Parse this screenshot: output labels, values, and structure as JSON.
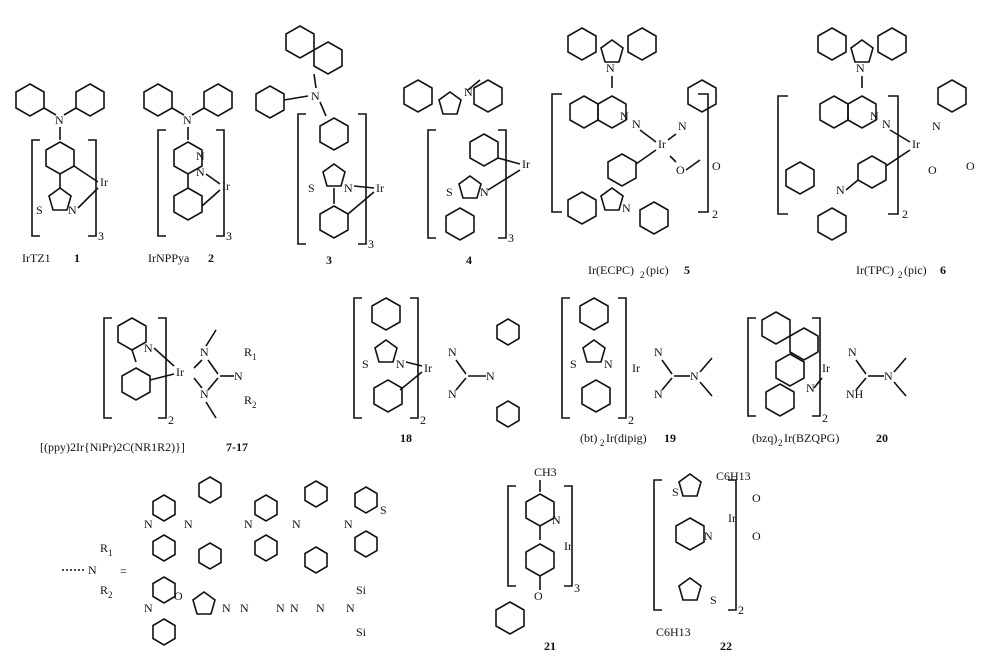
{
  "atoms": {
    "N": "N",
    "S": "S",
    "Ir": "Ir",
    "O": "O",
    "NH": "NH",
    "Si": "Si",
    "R1": "R",
    "R2": "R",
    "one": "1",
    "two": "2",
    "three": "3"
  },
  "compounds": [
    {
      "name": "IrTZ1",
      "number": "1",
      "subscript": "3"
    },
    {
      "name": "IrNPPya",
      "number": "2",
      "subscript": "3"
    },
    {
      "name": "",
      "number": "3",
      "subscript": "3"
    },
    {
      "name": "",
      "number": "4",
      "subscript": "3"
    },
    {
      "name_a": "Ir(ECPC)",
      "name_sub": "2",
      "name_b": "(pic)",
      "number": "5",
      "subscript": "2"
    },
    {
      "name_a": "Ir(TPC)",
      "name_sub": "2",
      "name_b": "(pic)",
      "number": "6",
      "subscript": "2"
    },
    {
      "name": "[(ppy)2Ir{NiPr)2C(NR1R2)}]",
      "number": "7-17",
      "subscript": "2"
    },
    {
      "name": "",
      "number": "18",
      "subscript": "2"
    },
    {
      "name_a": "(bt)",
      "name_sub": "2",
      "name_b": "Ir(dipig)",
      "number": "19",
      "subscript": "2"
    },
    {
      "name_a": "(bzq)",
      "name_sub": "2",
      "name_b": "Ir(BZQPG)",
      "number": "20",
      "subscript": "2"
    },
    {
      "name": "",
      "number": "21",
      "subscript": "3",
      "substituent": "CH3"
    },
    {
      "name": "",
      "number": "22",
      "subscript": "2",
      "substituents": [
        "C6H13",
        "C6H13"
      ]
    }
  ],
  "legend": {
    "lhs": "N",
    "equals": "="
  }
}
